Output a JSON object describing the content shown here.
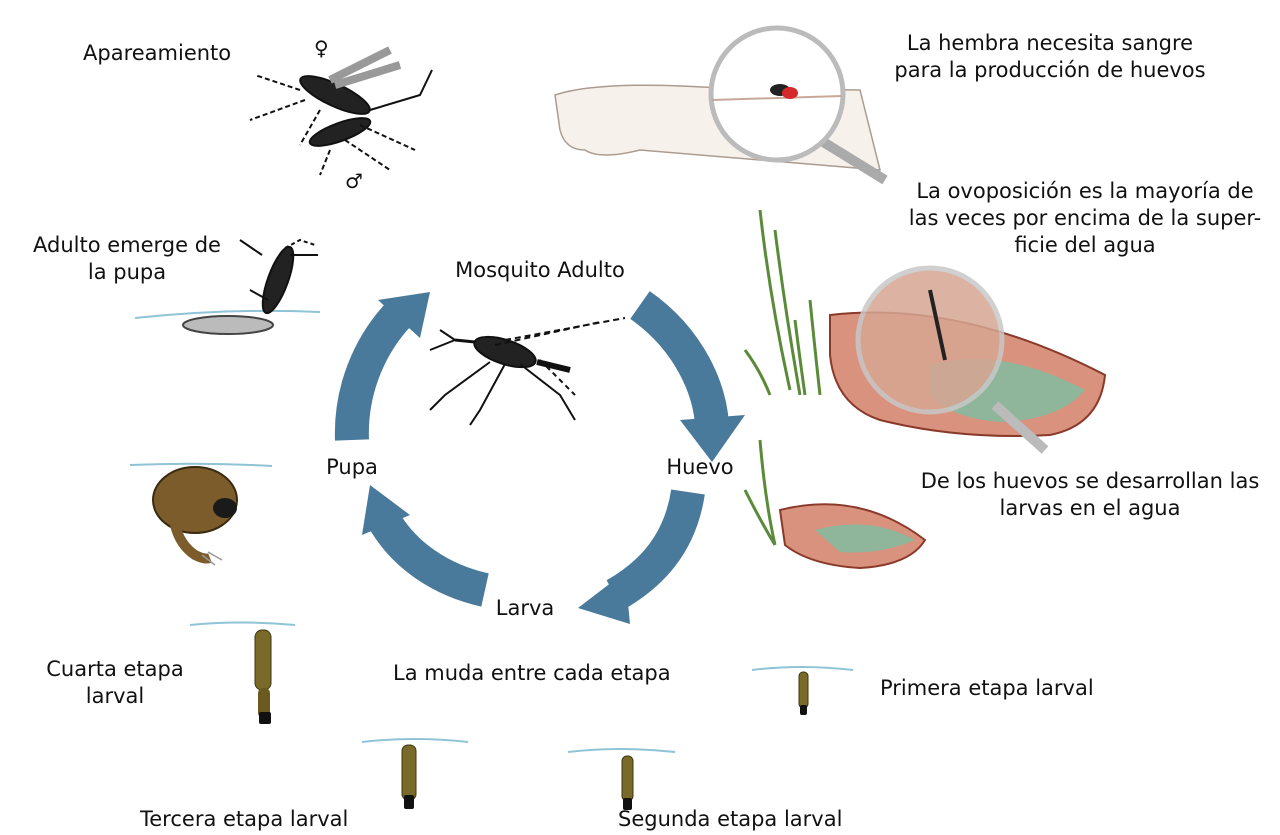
{
  "cycle": {
    "adult": "Mosquito Adulto",
    "egg": "Huevo",
    "larva": "Larva",
    "pupa": "Pupa"
  },
  "stages": {
    "mating": "Apareamiento",
    "blood_meal": "La hembra necesita sangre\npara la producción de huevos",
    "oviposition": "La ovoposición es la mayoría de\nlas veces por encima de la super-\nficie del agua",
    "larvae_develop": "De los huevos se desarrollan las\nlarvas en el agua",
    "first_instar": "Primera etapa larval",
    "second_instar": "Segunda etapa larval",
    "third_instar": "Tercera etapa larval",
    "fourth_instar": "Cuarta etapa\nlarval",
    "adult_emerges": "Adulto emerge de\nla pupa",
    "molting": "La muda entre cada etapa"
  },
  "symbols": {
    "female": "♀",
    "male": "♂"
  },
  "colors": {
    "arrow": "#4a7a9b",
    "water": "#8fc3d6",
    "larva_body": "#7a6a2a",
    "pupa_body": "#7b5c2a",
    "dish_outer": "#c9735a",
    "dish_water": "#8fb59a",
    "grass": "#5a8a3a"
  }
}
